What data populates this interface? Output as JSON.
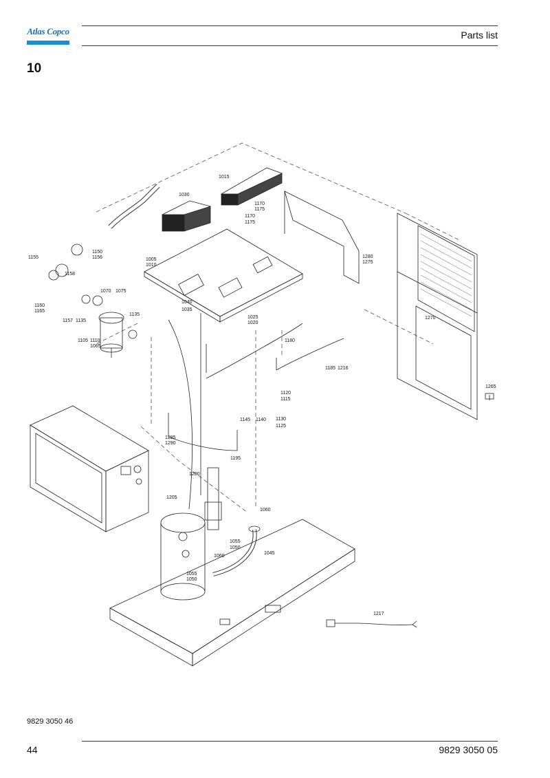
{
  "header": {
    "logo_text": "Atlas Copco",
    "title": "Parts list"
  },
  "section_number": "10",
  "callouts": [
    "1005",
    "1010",
    "1015",
    "1020",
    "1025",
    "1030",
    "1035",
    "1040",
    "1045",
    "1050",
    "1050",
    "1055",
    "1055",
    "1060",
    "1060",
    "1065",
    "1070",
    "1075",
    "1105",
    "1110",
    "1115",
    "1120",
    "1125",
    "1130",
    "1135",
    "1135",
    "1140",
    "1145",
    "1150",
    "1155",
    "1156",
    "1157",
    "1158",
    "1160",
    "1165",
    "1170",
    "1170",
    "1175",
    "1175",
    "1180",
    "1185",
    "1195",
    "1200",
    "1205",
    "1216",
    "1217",
    "1265",
    "1270",
    "1275",
    "1280",
    "1285",
    "1290"
  ],
  "footer": {
    "doc_code": "9829 3050 46",
    "page_number": "44",
    "page_code": "9829 3050 05"
  }
}
